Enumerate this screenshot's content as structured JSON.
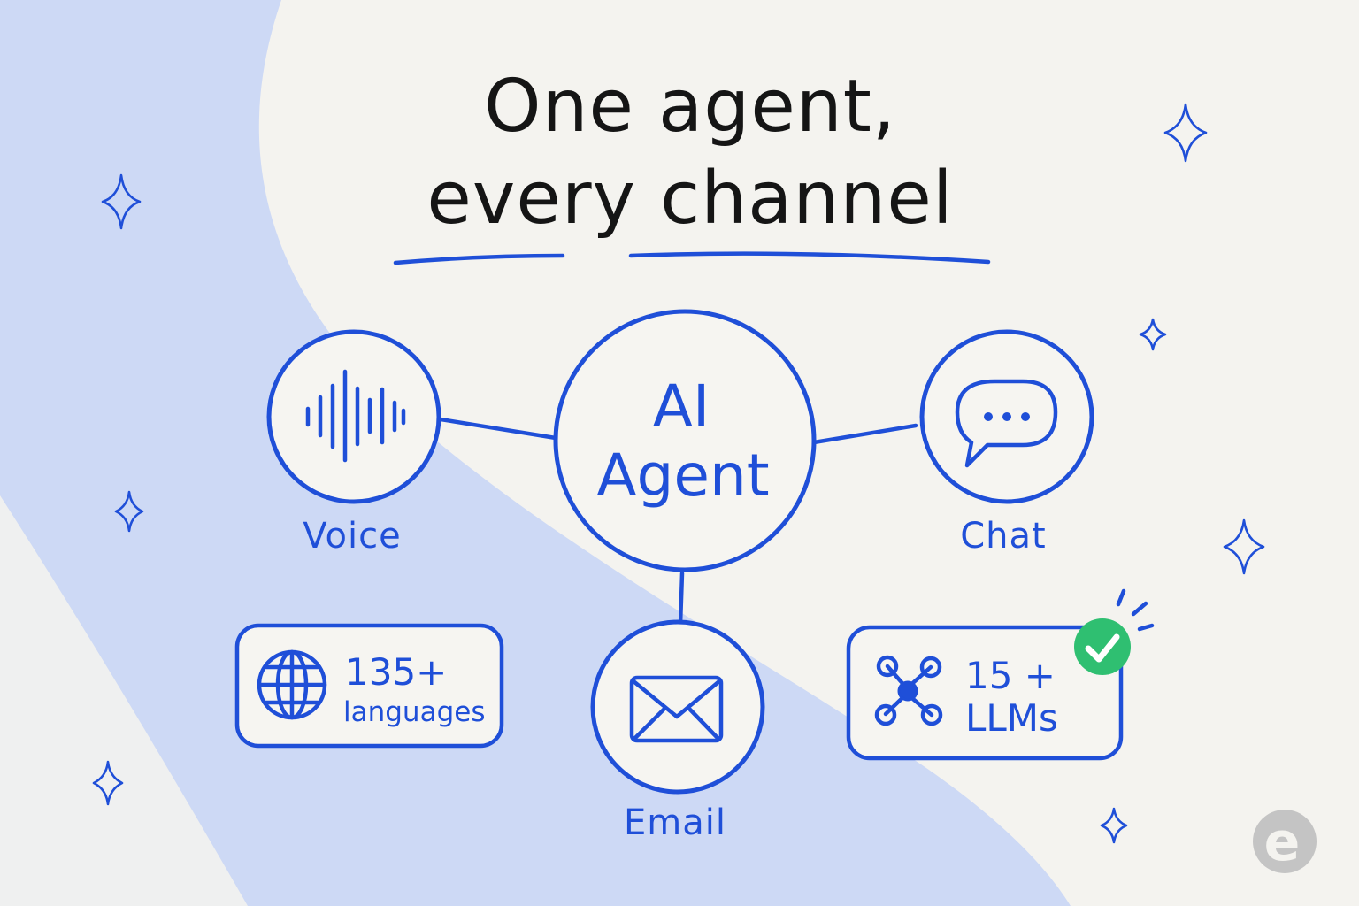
{
  "title": {
    "line1": "One agent,",
    "line2": "every channel"
  },
  "center_node": {
    "line1": "AI",
    "line2": "Agent"
  },
  "channels": {
    "voice": "Voice",
    "chat": "Chat",
    "email": "Email"
  },
  "stats": {
    "languages": {
      "value": "135+",
      "label": "languages",
      "icon": "globe-icon"
    },
    "llms": {
      "value": "15 +",
      "label": "LLMs",
      "icon": "network-icon",
      "badge_icon": "check-icon"
    }
  },
  "logo": {
    "letter": "e"
  },
  "colors": {
    "accent": "#1f4fd8",
    "background": "#f4f3ef",
    "swoosh": "#cdd9f5",
    "check_badge": "#2fbf71",
    "logo": "#c4c4c4"
  }
}
